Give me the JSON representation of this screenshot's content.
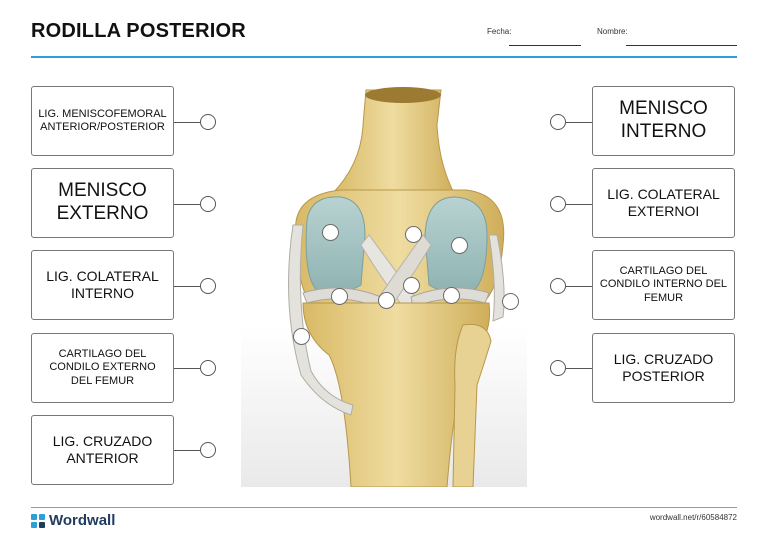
{
  "header": {
    "title": "RODILLA POSTERIOR",
    "fecha_label": "Fecha:",
    "nombre_label": "Nombre:"
  },
  "labels_left": [
    {
      "text": "LIG. MENISCOFEMORAL ANTERIOR/POSTERIOR"
    },
    {
      "text": "MENISCO EXTERNO"
    },
    {
      "text": "LIG. COLATERAL INTERNO"
    },
    {
      "text": "CARTILAGO DEL CONDILO EXTERNO DEL FEMUR"
    },
    {
      "text": "LIG. CRUZADO ANTERIOR"
    }
  ],
  "labels_right": [
    {
      "text": "MENISCO INTERNO"
    },
    {
      "text": "LIG. COLATERAL EXTERNOI"
    },
    {
      "text": "CARTILAGO DEL CONDILO INTERNO DEL FEMUR"
    },
    {
      "text": "LIG. CRUZADO POSTERIOR"
    }
  ],
  "footer": {
    "brand": "Wordwall",
    "url": "wordwall.net/r/60584872"
  },
  "icons": {
    "brand": "wordwall-logo-icon"
  },
  "colors": {
    "accent": "#2b9fd9",
    "bone": "#e6cf8a",
    "cartilage": "#a9c6c5",
    "logo_blue": "#2b9fd9",
    "logo_dark": "#1f3c5c"
  }
}
